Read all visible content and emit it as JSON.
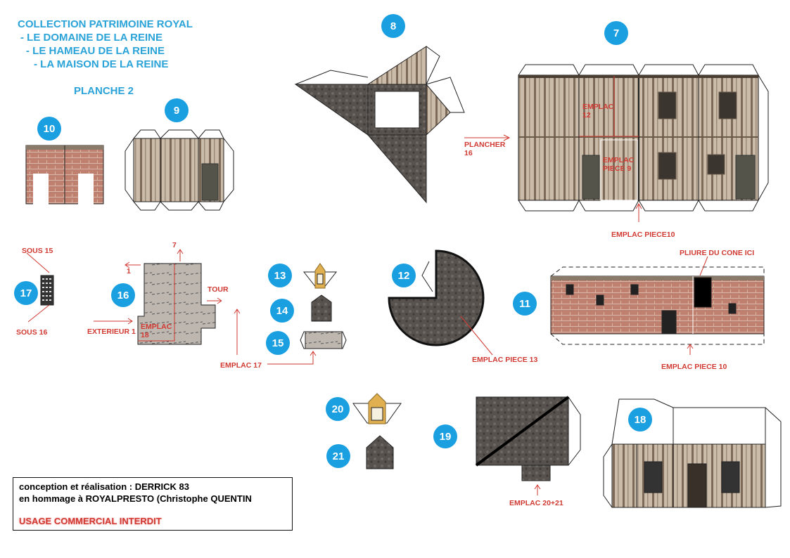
{
  "header": {
    "title": "COLLECTION PATRIMOINE ROYAL",
    "lines": [
      "- LE DOMAINE DE LA REINE",
      "- LE HAMEAU DE LA REINE",
      "- LA MAISON DE LA REINE"
    ],
    "sheet": "PLANCHE 2"
  },
  "pieces": [
    "8",
    "7",
    "9",
    "10",
    "17",
    "16",
    "13",
    "14",
    "15",
    "12",
    "11",
    "20",
    "21",
    "19",
    "18"
  ],
  "labels": {
    "plancher": "PLANCHER",
    "plancher_num": "16",
    "emplac12_a": "EMPLAC",
    "emplac12_b": "12",
    "emplac9_a": "EMPLAC",
    "emplac9_b": "PIECE 9",
    "emplac_piece10_top": "EMPLAC PIECE10",
    "pliure": "PLIURE DU CONE ICI",
    "emplac_piece10_bottom": "EMPLAC PIECE 10",
    "emplac_piece13": "EMPLAC PIECE 13",
    "emplac17": "EMPLAC 17",
    "tour": "TOUR",
    "exterieur": "EXTERIEUR 1",
    "sous15": "SOUS 15",
    "sous16": "SOUS 16",
    "arrow7": "7",
    "arrow1": "1",
    "emplac18_a": "EMPLAC",
    "emplac18_b": "18",
    "emplac2021": "EMPLAC 20+21"
  },
  "credits": {
    "line1": "conception et réalisation : DERRICK 83",
    "line2": "en hommage à ROYALPRESTO (Christophe QUENTIN",
    "warning": "USAGE COMMERCIAL INTERDIT"
  },
  "colors": {
    "accent": "#1a9fe0",
    "title": "#2aa3d8",
    "annotation": "#d03a32"
  }
}
